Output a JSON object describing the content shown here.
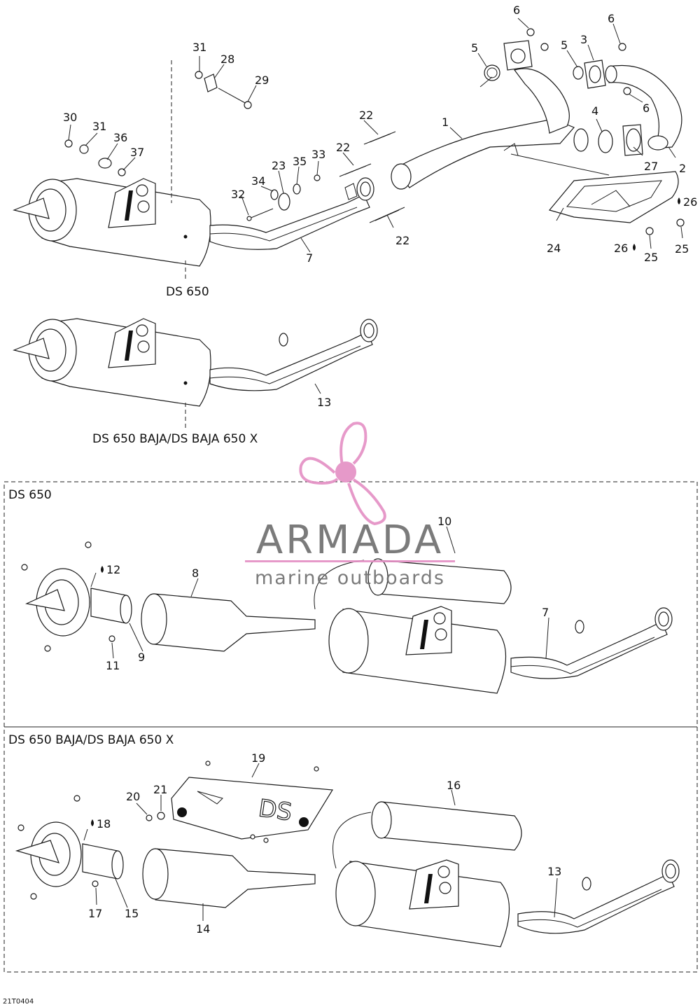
{
  "sections": {
    "main_variant_label": "DS 650",
    "baja_variant_label": "DS 650 BAJA/DS BAJA 650 X",
    "box1_title": "DS 650",
    "box2_title": "DS 650 BAJA/DS BAJA 650 X"
  },
  "callouts": {
    "c1": "1",
    "c2": "2",
    "c3": "3",
    "c4": "4",
    "c5a": "5",
    "c5b": "5",
    "c6a": "6",
    "c6b": "6",
    "c6c": "6",
    "c7": "7",
    "c7b": "7",
    "c8": "8",
    "c9": "9",
    "c10": "10",
    "c11": "11",
    "c12": "12",
    "c13": "13",
    "c13b": "13",
    "c14": "14",
    "c15": "15",
    "c16": "16",
    "c17": "17",
    "c18": "18",
    "c19": "19",
    "c20": "20",
    "c21": "21",
    "c22a": "22",
    "c22b": "22",
    "c22c": "22",
    "c23": "23",
    "c24": "24",
    "c25a": "25",
    "c25b": "25",
    "c26a": "26",
    "c26b": "26",
    "c27": "27",
    "c28": "28",
    "c29": "29",
    "c30": "30",
    "c31a": "31",
    "c31b": "31",
    "c32": "32",
    "c33": "33",
    "c34": "34",
    "c35": "35",
    "c36": "36",
    "c37": "37"
  },
  "watermark": {
    "brand": "ARMADA",
    "tagline": "marine outboards",
    "brand_color": "#e48fc4"
  },
  "drawing_code": "21T0404"
}
